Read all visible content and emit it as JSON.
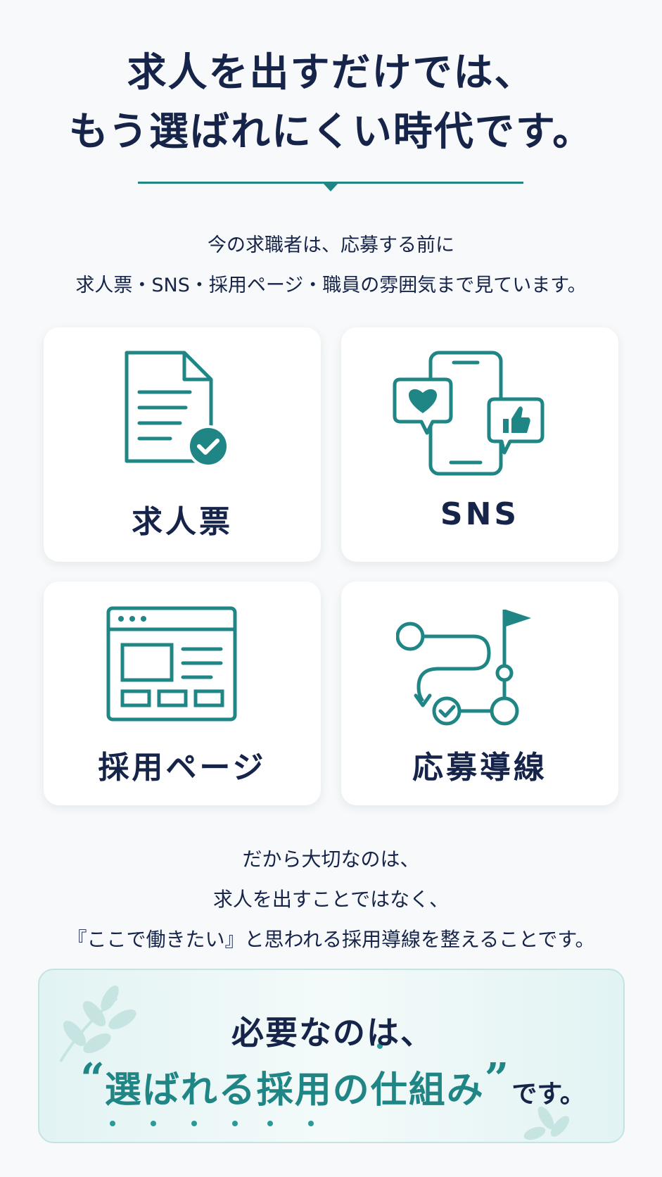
{
  "headline": {
    "line1": "求人を出すだけでは、",
    "line2": "もう選ばれにくい時代です。"
  },
  "intro": {
    "line1": "今の求職者は、応募する前に",
    "line2": "求人票・SNS・採用ページ・職員の雰囲気まで見ています。"
  },
  "cards": [
    {
      "label": "求人票",
      "icon": "document-check-icon"
    },
    {
      "label": "SNS",
      "icon": "smartphone-social-icon"
    },
    {
      "label": "採用ページ",
      "icon": "browser-window-icon"
    },
    {
      "label": "応募導線",
      "icon": "route-flag-icon"
    }
  ],
  "paragraph": {
    "line1": "だから大切なのは、",
    "line2": "求人を出すことではなく、",
    "line3": "『ここで働きたい』と思われる採用導線を整えることです。"
  },
  "callout": {
    "line1": "必要なのは、",
    "open_quote": "“",
    "emphasis": "選ばれる採用の仕組み",
    "close_quote": "”",
    "tail": "です。"
  },
  "colors": {
    "navy": "#16244a",
    "teal": "#1f8585",
    "background": "#f7f9fa"
  }
}
